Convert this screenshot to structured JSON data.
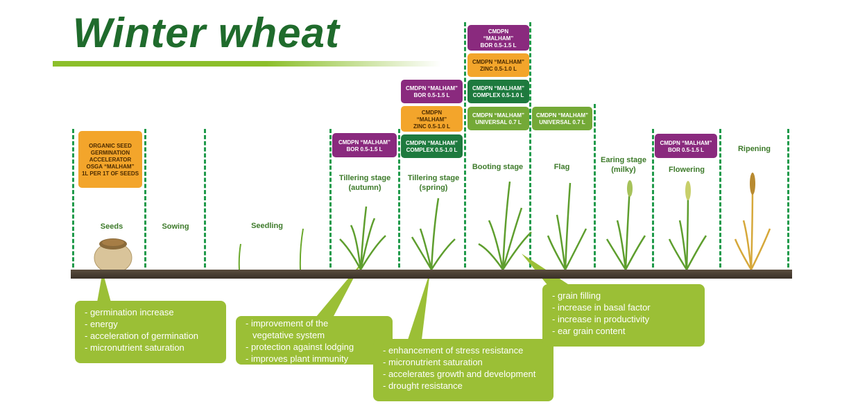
{
  "title": "Winter wheat",
  "stages": {
    "seeds": "Seeds",
    "sowing": "Sowing",
    "seedling": "Seedling",
    "tillering_autumn": [
      "Tillering stage",
      "(autumn)"
    ],
    "tillering_spring": [
      "Tillering stage",
      "(spring)"
    ],
    "booting": "Booting stage",
    "flag": "Flag",
    "earing": [
      "Earing stage",
      "(milky)"
    ],
    "flowering": "Flowering",
    "ripening": "Ripening"
  },
  "products": {
    "seed_accel": [
      "ORGANIC SEED",
      "GERMINATION",
      "ACCELERATOR",
      "OSGA “MALHAM”",
      "1L PER 1T OF SEEDS"
    ],
    "till_aut_bor": [
      "CMDPN “MALHAM”",
      "BOR 0.5-1.5 L"
    ],
    "till_spr_bor": [
      "CMDPN “MALHAM”",
      "BOR 0.5-1.5 L"
    ],
    "till_spr_zinc": [
      "CMDPN",
      "“MALHAM”",
      "ZINC 0.5-1.0 L"
    ],
    "till_spr_complex": [
      "CMDPN “MALHAM”",
      "COMPLEX 0.5-1.0 L"
    ],
    "boot_bor": [
      "CMDPN",
      "“MALHAM”",
      "BOR 0.5-1.5 L"
    ],
    "boot_zinc": [
      "CMDPN “MALHAM”",
      "ZINC 0.5-1.0 L"
    ],
    "boot_complex": [
      "CMDPN “MALHAM”",
      "COMPLEX 0.5-1.0 L"
    ],
    "boot_universal": [
      "CMDPN “MALHAM”",
      "UNIVERSAL 0.7 L"
    ],
    "flag_universal": [
      "CMDPN “MALHAM”",
      "UNIVERSAL 0.7 L"
    ],
    "flower_bor": [
      "CMDPN “MALHAM”",
      "BOR 0.5-1.5 L"
    ]
  },
  "callouts": {
    "seeds": [
      "- germination increase",
      "- energy",
      "- acceleration of germination",
      "- micronutrient saturation"
    ],
    "tillering": [
      "- improvement of the",
      "  vegetative system",
      "- protection against lodging",
      "- improves plant immunity"
    ],
    "spring": [
      "- enhancement of stress resistance",
      "- micronutrient saturation",
      "- accelerates growth and development",
      "- drought resistance"
    ],
    "booting": [
      "- grain filling",
      "- increase in basal factor",
      "- increase in productivity",
      "- ear grain content"
    ]
  },
  "colors": {
    "purple": "#8a2a7e",
    "orange": "#f3a52b",
    "dark_green": "#1e7a3e",
    "light_green": "#74a937",
    "callout": "#9bbf36",
    "title": "#1f6b2c"
  }
}
